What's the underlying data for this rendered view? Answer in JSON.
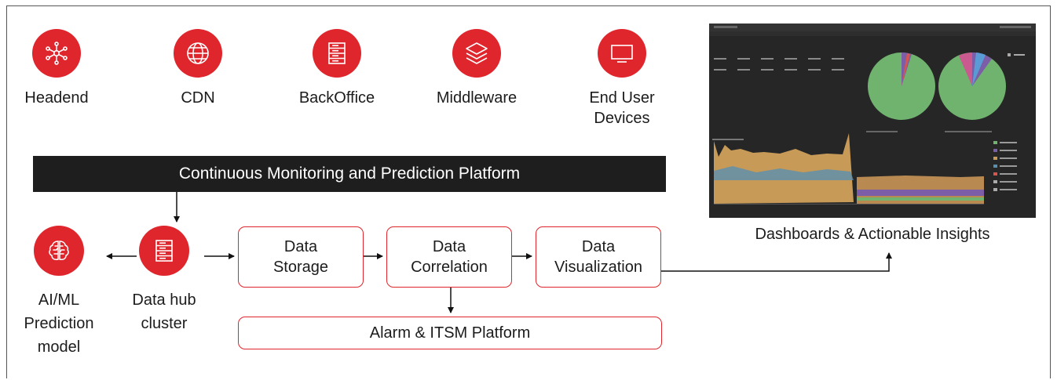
{
  "sources": [
    {
      "label": "Headend",
      "icon": "network-hub-icon"
    },
    {
      "label": "CDN",
      "icon": "globe-icon"
    },
    {
      "label": "BackOffice",
      "icon": "server-icon"
    },
    {
      "label": "Middleware",
      "icon": "layers-icon"
    },
    {
      "label": "End User\nDevices",
      "icon": "monitor-icon"
    }
  ],
  "platform": {
    "label": "Continuous Monitoring and Prediction Platform"
  },
  "nodes": {
    "aiml": {
      "label": "AI/ML\nPrediction\nmodel",
      "icon": "brain-icon"
    },
    "datahub": {
      "label": "Data hub\ncluster",
      "icon": "server-icon"
    }
  },
  "pipeline": {
    "storage": "Data\nStorage",
    "correlation": "Data\nCorrelation",
    "visualization": "Data\nVisualization",
    "alarm": "Alarm & ITSM Platform"
  },
  "dashboard": {
    "caption": "Dashboards & Actionable Insights"
  },
  "colors": {
    "accent": "#e0262d",
    "bar": "#1e1e1e",
    "dash_bg": "#262626"
  }
}
